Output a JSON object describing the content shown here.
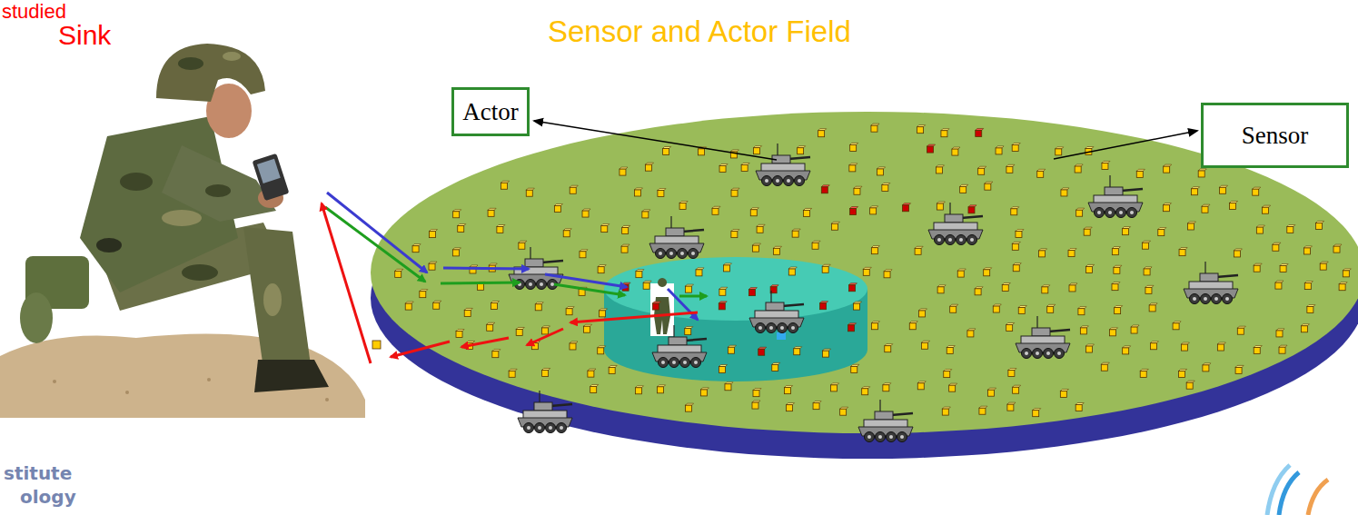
{
  "diagram": {
    "title": "Sensor and Actor Field",
    "nodes": [
      {
        "text": [
          "Actor"
        ]
      },
      {
        "text": [
          "Sensor"
        ]
      }
    ],
    "labels": [
      "studied",
      "Sink",
      "stitute",
      "ology"
    ]
  }
}
